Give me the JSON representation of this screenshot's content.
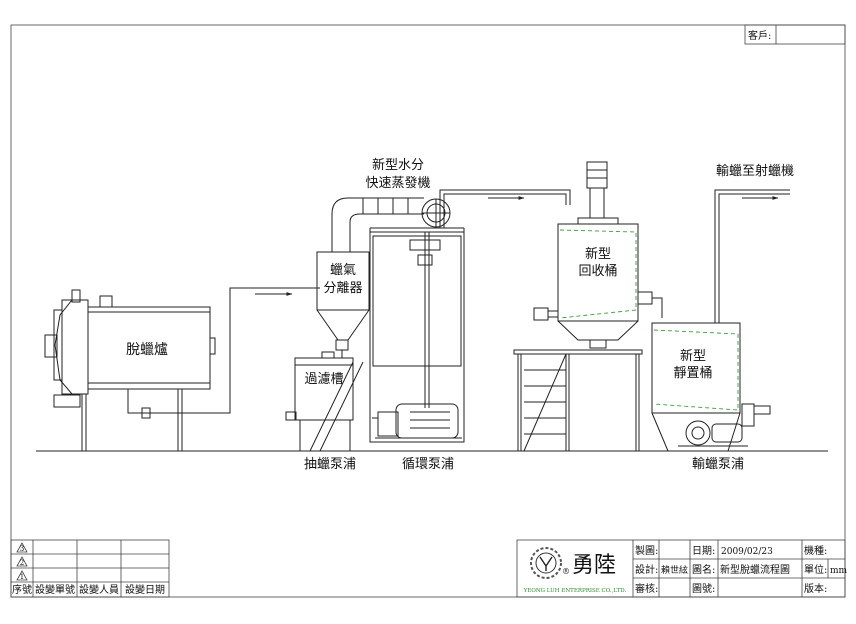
{
  "customer_label": "客戶:",
  "equipment": {
    "dewax_furnace": "脫蠟爐",
    "evaporator": [
      "新型水分",
      "快速蒸發機"
    ],
    "separator": [
      "蠟氣",
      "分離器"
    ],
    "filter_tank": "過濾槽",
    "recovery_tank": [
      "新型",
      "回收桶"
    ],
    "static_tank": [
      "新型",
      "靜置桶"
    ],
    "to_injection": "輸蠟至射蠟機",
    "pump_draw": "抽蠟泵浦",
    "pump_circ": "循環泵浦",
    "pump_transfer": "輸蠟泵浦"
  },
  "revision_table": {
    "rev_marks": [
      "3",
      "2",
      "1"
    ],
    "headers": [
      "序號",
      "設變單號",
      "設變人員",
      "設變日期"
    ]
  },
  "company": {
    "name": "勇陸",
    "english": "YEONG LUH ENTERPRISE CO.,LTD.",
    "mark": "®"
  },
  "title_block": {
    "make_label": "製圖:",
    "design_label": "設計:",
    "designer": "賴世絃",
    "check_label": "審核:",
    "date_label": "日期:",
    "date": "2009/02/23",
    "drawing_name_label": "圖名:",
    "drawing_name": "新型脫蠟流程圖",
    "drawing_no_label": "圖號:",
    "model_label": "機種:",
    "unit_label": "單位:",
    "unit": "mm",
    "version_label": "版本:"
  },
  "colors": {
    "line": "#222222",
    "dashed_green": "#3a9a3a"
  }
}
